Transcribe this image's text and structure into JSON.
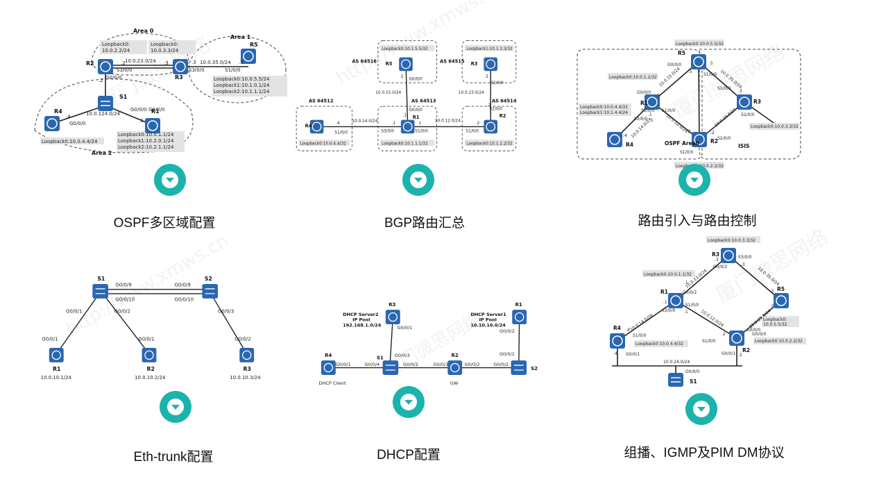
{
  "colors": {
    "accent": "#1cb3ad",
    "device": "#2b67b1",
    "zone_border": "#555555",
    "label_bg": "#e3e3e3"
  },
  "watermark": {
    "text1": "厦门微思网络",
    "text2": "http://www.xmws.cn"
  },
  "icons": {
    "router": "router-icon",
    "switch": "switch-icon",
    "expand": "chevron-down-icon"
  },
  "cards": [
    {
      "title": "OSPF多区域配置",
      "zones": [
        "Area 0",
        "Area 1",
        "Area 2"
      ],
      "devices": [
        "R2",
        "R3",
        "R5",
        "S1",
        "R4",
        "R1"
      ],
      "labels": [
        "Loopback0:",
        "10.0.2.2/24",
        "Loopback0:",
        "10.0.3.3/24",
        "10.0.23.0/24",
        "10.0.35.0/24",
        ".2",
        ".3",
        ".3",
        ".5",
        "S3/0/0",
        "S3/0/0",
        "S1/0/0",
        "G0/0/0",
        "G0/0/0",
        "G0/0/0",
        "G0/0/0",
        ".2",
        ".4",
        ".1",
        "10.0.124.0/24",
        "Loopback0:10.0.5.5/24",
        "Loopback1:10.1.0.1/24",
        "Loopback2:10.1.1.1/24",
        "Loopback0:10.0.1.1/24",
        "Loopback1:10.2.0.1/24",
        "Loopback2:10.2.1.1/24",
        "Loopback0:10.0.4.4/24"
      ]
    },
    {
      "title": "BGP路由汇总",
      "zones": [
        "AS 64516",
        "AS 64515",
        "AS 64512",
        "AS 64513",
        "AS 64514"
      ],
      "devices": [
        "R5",
        "R3",
        "R4",
        "R1",
        "R2"
      ],
      "labels": [
        "Loopback0:10.1.5.5/32",
        "Loopback1:10.1.3.3/32",
        ".5",
        "G0/0/0",
        ".3",
        "S2/0/0",
        "10.0.15.0/24",
        "10.0.23.0/24",
        ".2",
        "S2/0/0",
        ".4",
        "S1/0/0",
        "10.0.14.0/24",
        ".1",
        "S3/0/0",
        ".1",
        "S1/0/0",
        "10.0.12.0/24",
        ".2",
        "S1/0/0",
        "Loopback0:10.0.4.4/32",
        "Loopback0:10.1.1.1/32",
        "Loopback0:10.1.2.2/32",
        "G0/0/0",
        ".1"
      ]
    },
    {
      "title": "路由引入与路由控制",
      "zones": [
        "OSPF Area0",
        "ISIS"
      ],
      "devices": [
        "R5",
        "R1",
        "R3",
        "R4",
        "R2"
      ],
      "labels": [
        "Loopback0:10.0.5.5/32",
        "G0/0/0",
        "S1/0/0",
        ".5",
        ".5",
        "Loopback0:10.0.1.1/32",
        "10.0.15.0/24",
        "10.0.35.0/24",
        "G0/0/0",
        ".1",
        ".1",
        "S3/0/0",
        "S1/0/0",
        ".3",
        "S2/0/0",
        "Loopback0:10.0.4.4/32",
        "Loopback1:10.1.4.4/24",
        "S3/0/0",
        "S1/0/0",
        ".1",
        "10.0.14.0/24",
        "10.0.12.0/24",
        "10.0.23.0/24",
        ".4",
        ".2",
        ".2",
        "S2/0/0",
        "Loopback0:10.0.3.3/32",
        "S1/0/0",
        "Loopback0:10.0.2.2/32"
      ]
    },
    {
      "title": "Eth-trunk配置",
      "devices": [
        "S1",
        "S2",
        "R1",
        "R2",
        "R3"
      ],
      "labels": [
        "G0/0/9",
        "G0/0/9",
        "G0/0/10",
        "G0/0/10",
        "G0/0/1",
        "G0/0/2",
        "G0/0/3",
        "G0/0/1",
        "G0/0/1",
        "G0/0/2",
        "10.0.10.1/24",
        "10.0.10.2/24",
        "10.0.10.3/24"
      ]
    },
    {
      "title": "DHCP配置",
      "devices": [
        "R3",
        "R1",
        "R4",
        "S1",
        "R2",
        "S2"
      ],
      "labels": [
        "DHCP Server2",
        "IP Pool",
        "192.168.1.0/24",
        "DHCP Server1",
        "IP Pool",
        "10.10.10.0/24",
        "G0/0/1",
        "G0/0/2",
        "G0/0/3",
        "G0/0/1",
        "G0/0/1",
        "G0/0/4",
        "G0/0/2",
        "G0/0/1",
        "G0/0/2",
        "G0/0/2",
        "DHCP Client",
        "GW"
      ]
    },
    {
      "title": "组播、IGMP及PIM DM协议",
      "devices": [
        "R3",
        "R1",
        "R5",
        "R4",
        "R2",
        "S1"
      ],
      "labels": [
        "Loopback0:10.0.3.3/32",
        "G0/0/2",
        "S3/0/0",
        ".3",
        ".3",
        "Loopback0:10.0.1.1/32",
        "10.0.13.0/24",
        "10.0.35.0/24",
        "G0/0/2",
        ".1",
        ".5",
        ".1",
        "S3/0/0",
        "S1/0/0",
        ".5",
        "10.0.14.0/24",
        "10.0.12.0/24",
        "10.0.25.0/24",
        "G0/0/0",
        "Loopback0:",
        "10.0.5.5/32",
        ".4",
        ".1",
        ".2",
        "S1/0/0",
        "G0/0/0",
        "S1/0/0",
        "Loopback0:10.0.4.4/32",
        "Loopback0:10.0.2.2/32",
        ".4",
        "G0/0/1",
        ".2",
        "G0/0/1",
        "10.0.24.0/24",
        "G0/0/0",
        "S1"
      ]
    }
  ]
}
